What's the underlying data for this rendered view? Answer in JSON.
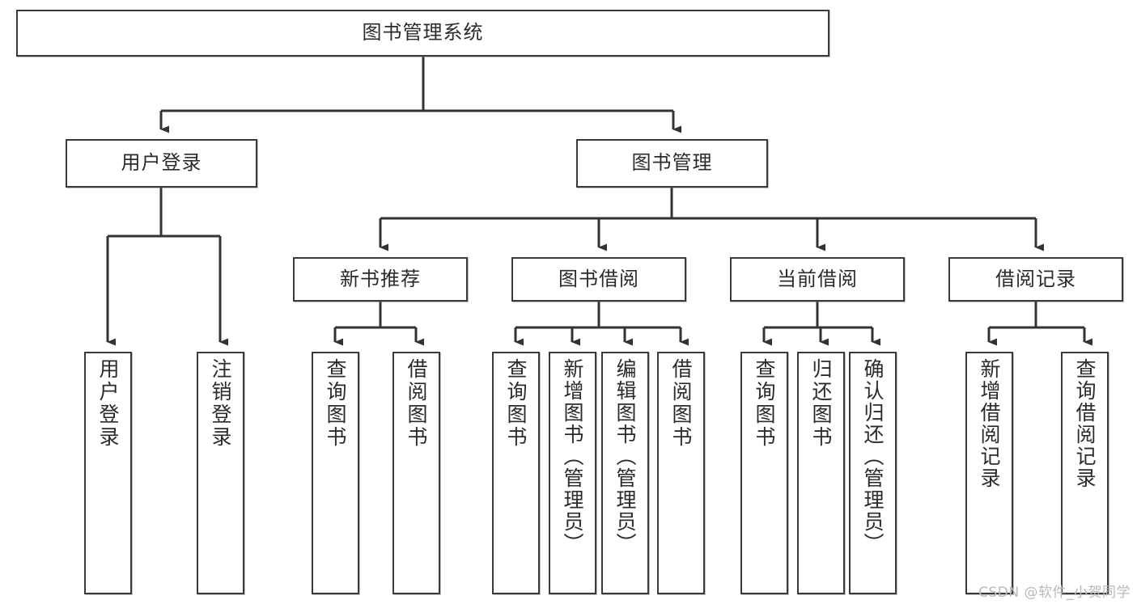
{
  "diagram": {
    "title": "图书管理系统",
    "type": "tree",
    "watermark": "CSDN @软件_小贺同学",
    "colors": {
      "box_border": "#3a3a3a",
      "box_fill": "#ffffff",
      "edge": "#333333",
      "text": "#2b2b2b",
      "watermark": "#b9b9b9",
      "background": "#ffffff"
    },
    "root": {
      "label": "图书管理系统"
    },
    "level2": [
      {
        "label": "用户登录"
      },
      {
        "label": "图书管理"
      }
    ],
    "level3": [
      {
        "label": "新书推荐"
      },
      {
        "label": "图书借阅"
      },
      {
        "label": "当前借阅"
      },
      {
        "label": "借阅记录"
      }
    ],
    "leaves": {
      "user_login": [
        {
          "label": "用户登录"
        },
        {
          "label": "注销登录"
        }
      ],
      "new_book_recommend": [
        {
          "label": "查询图书"
        },
        {
          "label": "借阅图书"
        }
      ],
      "book_borrow": [
        {
          "label": "查询图书"
        },
        {
          "label": "新增图书（管理员）"
        },
        {
          "label": "编辑图书（管理员）"
        },
        {
          "label": "借阅图书"
        }
      ],
      "current_borrow": [
        {
          "label": "查询图书"
        },
        {
          "label": "归还图书"
        },
        {
          "label": "确认归还（管理员）"
        }
      ],
      "borrow_record": [
        {
          "label": "新增借阅记录"
        },
        {
          "label": "查询借阅记录"
        }
      ]
    }
  }
}
